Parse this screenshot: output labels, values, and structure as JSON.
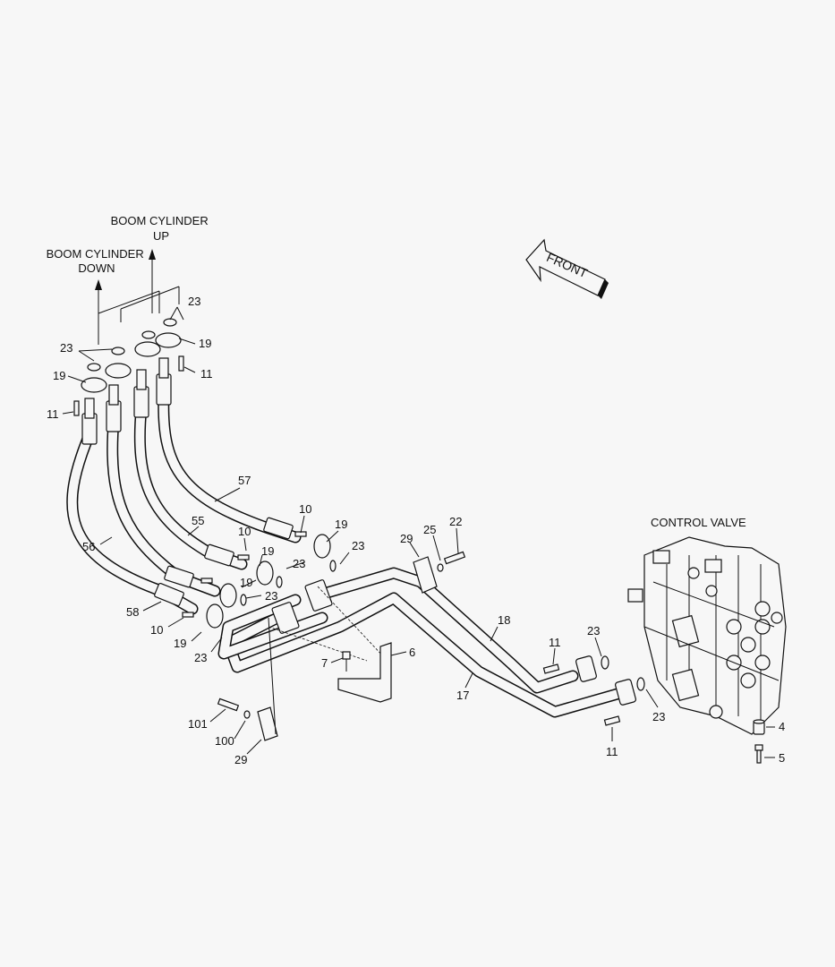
{
  "labels": {
    "boom_up": "BOOM CYLINDER\nUP",
    "boom_down": "BOOM CYLINDER\nDOWN",
    "front": "FRONT",
    "control_valve": "CONTROL VALVE"
  },
  "callouts": {
    "c23_top_right": "23",
    "c19_top_right": "19",
    "c11_top_right": "11",
    "c23_top_left": "23",
    "c19_top_left": "19",
    "c11_top_left": "11",
    "c57": "57",
    "c55": "55",
    "c56": "56",
    "c58": "58",
    "c10_a": "10",
    "c19_a": "19",
    "c23_a": "23",
    "c10_b": "10",
    "c19_b": "19",
    "c23_b": "23",
    "c19_c": "19",
    "c23_c": "23",
    "c10_c": "10",
    "c19_d": "19",
    "c23_d": "23",
    "c29_top": "29",
    "c25": "25",
    "c22": "22",
    "c18": "18",
    "c17": "17",
    "c6": "6",
    "c7": "7",
    "c101": "101",
    "c100": "100",
    "c29_bottom": "29",
    "c11_valve_top": "11",
    "c23_valve_top": "23",
    "c23_valve_bottom": "23",
    "c11_valve_bottom": "11",
    "c4": "4",
    "c5": "5"
  }
}
